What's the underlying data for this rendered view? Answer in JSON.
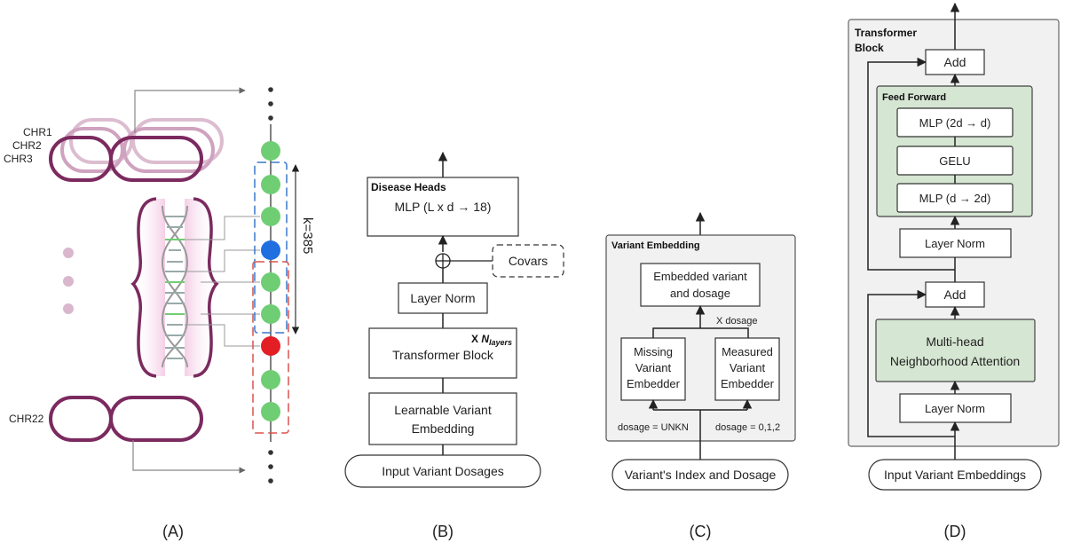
{
  "panel_a": {
    "chromosome_labels": [
      "CHR1",
      "CHR2",
      "CHR3",
      "CHR22"
    ],
    "window_label": "k=385",
    "caption": "(A)",
    "colors": {
      "chromosome": "#7b2a5f",
      "faded": "#d9b7cc",
      "variant": "#6fce74",
      "selected": "#1f6fe0",
      "outlier": "#e31e24",
      "window_blue": "#3a78c9",
      "window_red": "#d9534f"
    }
  },
  "panel_b": {
    "heads_title": "Disease Heads",
    "mlp": "MLP (L x d → 18)",
    "covars": "Covars",
    "layer_norm": "Layer Norm",
    "repeat_prefix": "X ",
    "repeat_var": "N",
    "repeat_sub": "layers",
    "transformer": "Transformer Block",
    "embedding_line1": "Learnable Variant",
    "embedding_line2": "Embedding",
    "input": "Input Variant Dosages",
    "caption": "(B)"
  },
  "panel_c": {
    "title": "Variant Embedding",
    "embedded_line1": "Embedded variant",
    "embedded_line2": "and dosage",
    "x_dosage": "X dosage",
    "missing": [
      "Missing",
      "Variant",
      "Embedder"
    ],
    "measured": [
      "Measured",
      "Variant",
      "Embedder"
    ],
    "dosage_unknown": "dosage = UNKN",
    "dosage_values": "dosage = 0,1,2",
    "input": "Variant's Index and Dosage",
    "caption": "(C)"
  },
  "panel_d": {
    "title_line1": "Transformer",
    "title_line2": "Block",
    "add_top": "Add",
    "ff_title": "Feed Forward",
    "mlp_top": "MLP (2d → d)",
    "gelu": "GELU",
    "mlp_bottom": "MLP (d → 2d)",
    "layer_norm_top": "Layer Norm",
    "add_bottom": "Add",
    "attention_line1": "Multi-head",
    "attention_line2": "Neighborhood Attention",
    "layer_norm_bottom": "Layer Norm",
    "input": "Input Variant Embeddings",
    "caption": "(D)",
    "colors": {
      "green_fill": "#d5e6d2",
      "green_border": "#7a9a78",
      "block_fill": "#f1f1f1"
    }
  }
}
